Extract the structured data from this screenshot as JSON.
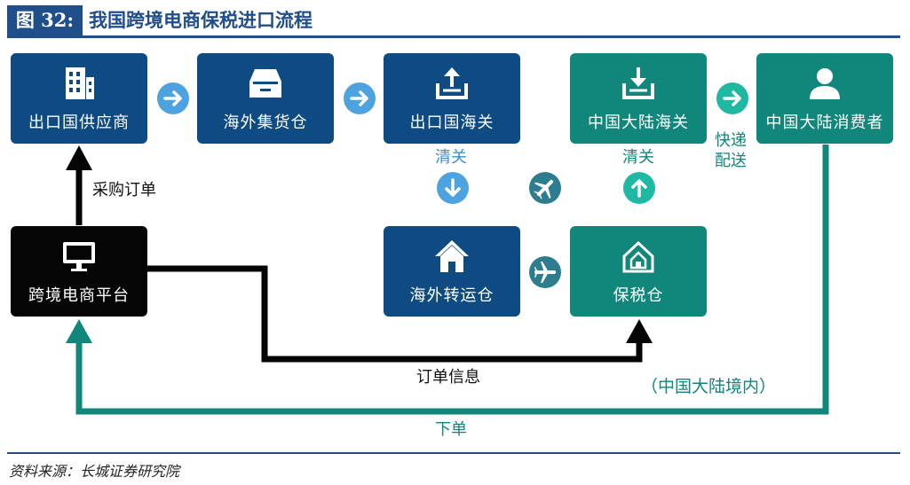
{
  "header": {
    "figure_number": "图 32:",
    "title": "我国跨境电商保税进口流程"
  },
  "nodes": {
    "supplier": "出口国供应商",
    "overseas_warehouse": "海外集货仓",
    "export_customs": "出口国海关",
    "china_customs": "中国大陆海关",
    "consumer": "中国大陆消费者",
    "platform": "跨境电商平台",
    "transfer_warehouse": "海外转运仓",
    "bonded_warehouse": "保税仓"
  },
  "labels": {
    "clearance_left": "清关",
    "clearance_right": "清关",
    "express_line1": "快递",
    "express_line2": "配送",
    "purchase_order": "采购订单",
    "order_info": "订单信息",
    "region": "（中国大陆境内）",
    "place_order": "下单"
  },
  "footer": {
    "source": "资料来源：长城证券研究院"
  },
  "colors": {
    "blue": "#0e4b82",
    "teal": "#11867a",
    "black": "#050505",
    "arrow_light": "#4da3e0",
    "accent": "#1f4e8a"
  }
}
